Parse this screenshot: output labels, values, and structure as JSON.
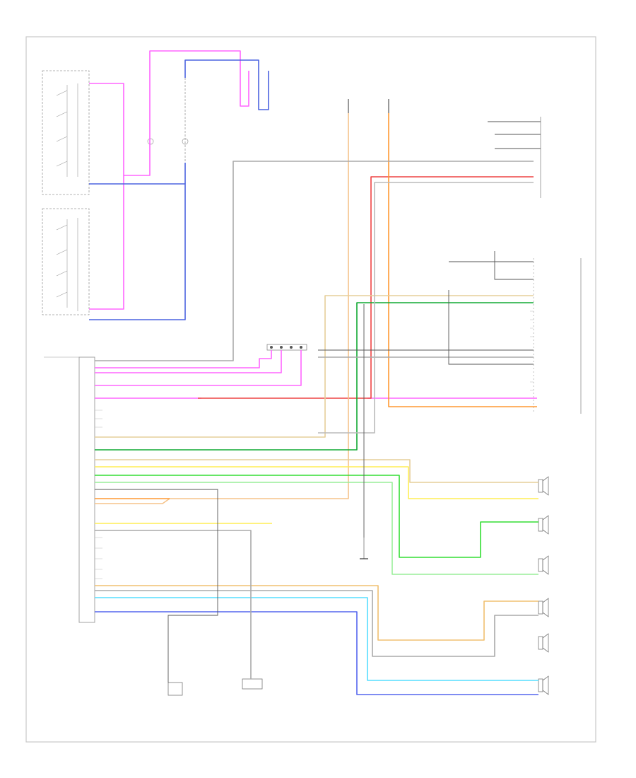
{
  "diagram": {
    "page_id": "",
    "footer_code": "",
    "colors": {
      "frame": "#c8c8c8",
      "outline": "#9a9a9a",
      "ground": "#777777",
      "pink": "#ff66ff",
      "blue": "#4c64e0",
      "orange": "#ff9933",
      "light_orange": "#f5c38a",
      "red": "#ee4444",
      "green": "#33dd33",
      "light_green": "#99ee99",
      "dark_green": "#11aa33",
      "yellow": "#ffee55",
      "tan": "#e6cf9a",
      "light_blue": "#55ddff",
      "dark_blue": "#5566ee",
      "gray": "#aaaaaa"
    },
    "components": [
      {
        "name": "right-steering-wheel-controls",
        "label": ""
      },
      {
        "name": "left-steering-wheel-controls",
        "label": ""
      },
      {
        "name": "clock-spring",
        "label": ""
      },
      {
        "name": "steering-wheel-resistors",
        "label": ""
      },
      {
        "name": "radio",
        "label": ""
      },
      {
        "name": "splice-pack",
        "label": ""
      },
      {
        "name": "fuse-left",
        "label": ""
      },
      {
        "name": "fuse-right",
        "label": ""
      },
      {
        "name": "rear-seat-audio-module",
        "label": ""
      },
      {
        "name": "rear-audio-controls",
        "label": ""
      },
      {
        "name": "left-front-door-speaker",
        "label": ""
      },
      {
        "name": "right-front-door-speaker",
        "label": ""
      },
      {
        "name": "right-front-tweeter",
        "label": ""
      },
      {
        "name": "left-rear-speaker",
        "label": ""
      },
      {
        "name": "left-front-tweeter",
        "label": ""
      },
      {
        "name": "right-rear-speaker",
        "label": ""
      },
      {
        "name": "antenna-ground",
        "label": ""
      },
      {
        "name": "ground-g1",
        "label": ""
      },
      {
        "name": "ground-g2",
        "label": ""
      }
    ]
  }
}
